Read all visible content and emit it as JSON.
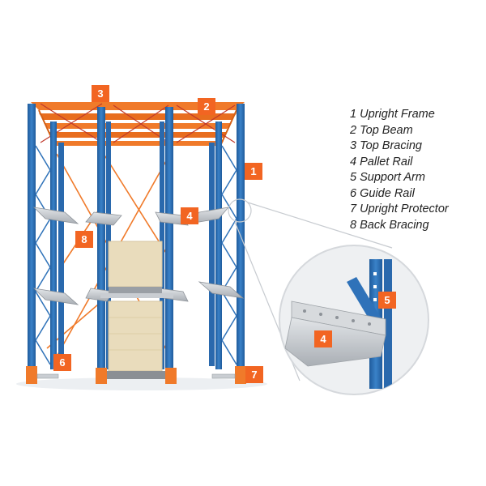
{
  "legend": [
    {
      "number": "1",
      "label": "Upright Frame"
    },
    {
      "number": "2",
      "label": "Top Beam"
    },
    {
      "number": "3",
      "label": "Top Bracing"
    },
    {
      "number": "4",
      "label": "Pallet Rail"
    },
    {
      "number": "5",
      "label": "Support Arm"
    },
    {
      "number": "6",
      "label": "Guide Rail"
    },
    {
      "number": "7",
      "label": "Upright Protector"
    },
    {
      "number": "8",
      "label": "Back Bracing"
    }
  ],
  "callouts": {
    "c1": "1",
    "c2": "2",
    "c3": "3",
    "c4": "4",
    "c5": "5",
    "c6": "6",
    "c7": "7",
    "c8": "8",
    "c4_detail": "4"
  },
  "colors": {
    "upright_blue": "#2f72b9",
    "beam_orange": "#f07a2a",
    "callout_bg": "#f26522",
    "pallet_tan": "#e9dcbc",
    "steel_gray": "#c9cdd2",
    "detail_circle": "#eef0f2"
  }
}
